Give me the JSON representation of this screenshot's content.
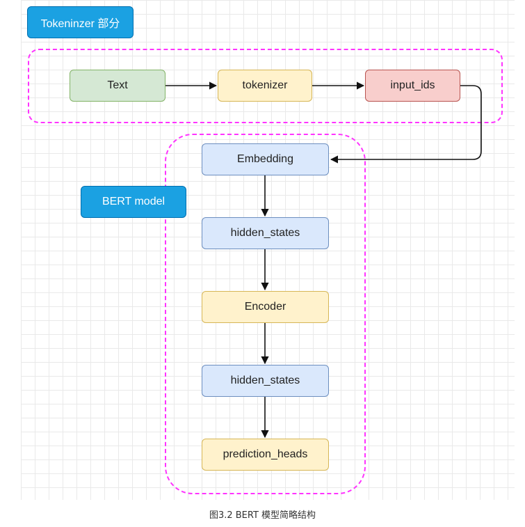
{
  "labels": {
    "tokenizer_group": "Tokeninzer 部分",
    "bert_group": "BERT model"
  },
  "nodes": {
    "text": "Text",
    "tokenizer": "tokenizer",
    "input_ids": "input_ids",
    "embedding": "Embedding",
    "hidden_states_1": "hidden_states",
    "encoder": "Encoder",
    "hidden_states_2": "hidden_states",
    "prediction_heads": "prediction_heads"
  },
  "caption": "图3.2 BERT 模型简略结构",
  "colors": {
    "group_border": "#ff33ff",
    "tag_fill": "#1ba1e2",
    "green_fill": "#d5e8d4",
    "yellow_fill": "#fff2cc",
    "red_fill": "#f8cecc",
    "blue_fill": "#dae8fc"
  }
}
